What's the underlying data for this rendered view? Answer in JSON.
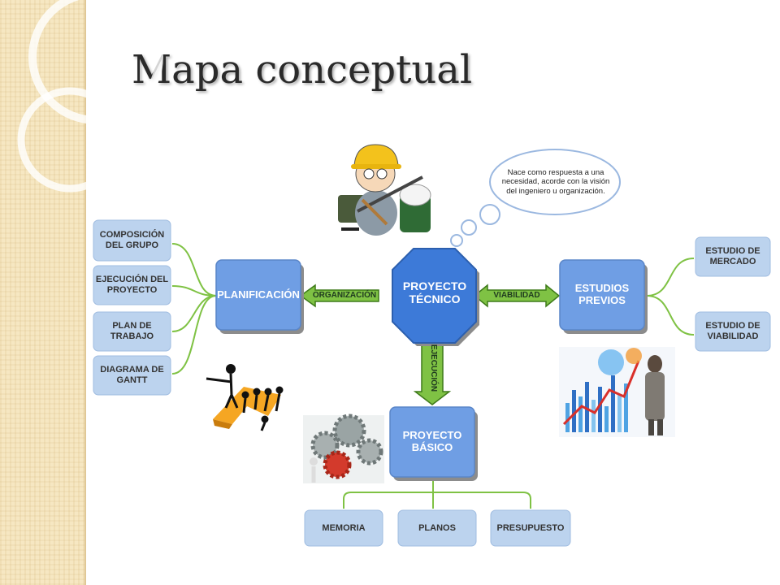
{
  "title": "Mapa conceptual",
  "colors": {
    "box_light": "#bcd3ee",
    "box_main": "#6f9ee4",
    "center": "#3d7ad8",
    "connector": "#7fc244",
    "arrow_dark": "#3e7a1a"
  },
  "nodes": {
    "center": "PROYECTO\nTÉCNICO",
    "planificacion": "PLANIFICACIÓN",
    "estudios": "ESTUDIOS\nPREVIOS",
    "basico": "PROYECTO\nBÁSICO"
  },
  "planificacion_children": [
    "COMPOSICIÓN\nDEL GRUPO",
    "EJECUCIÓN DEL\nPROYECTO",
    "PLAN DE\nTRABAJO",
    "DIAGRAMA DE\nGANTT"
  ],
  "estudios_children": [
    "ESTUDIO DE\nMERCADO",
    "ESTUDIO DE\nVIABILIDAD"
  ],
  "basico_children": [
    "MEMORIA",
    "PLANOS",
    "PRESUPUESTO"
  ],
  "arrows": {
    "left": "ORGANIZACIÓN",
    "right": "VIABILIDAD",
    "down": "EJECUCIÓN"
  },
  "thought": "Nace como respuesta a una necesidad, acorde con la visión del ingeniero u organización."
}
